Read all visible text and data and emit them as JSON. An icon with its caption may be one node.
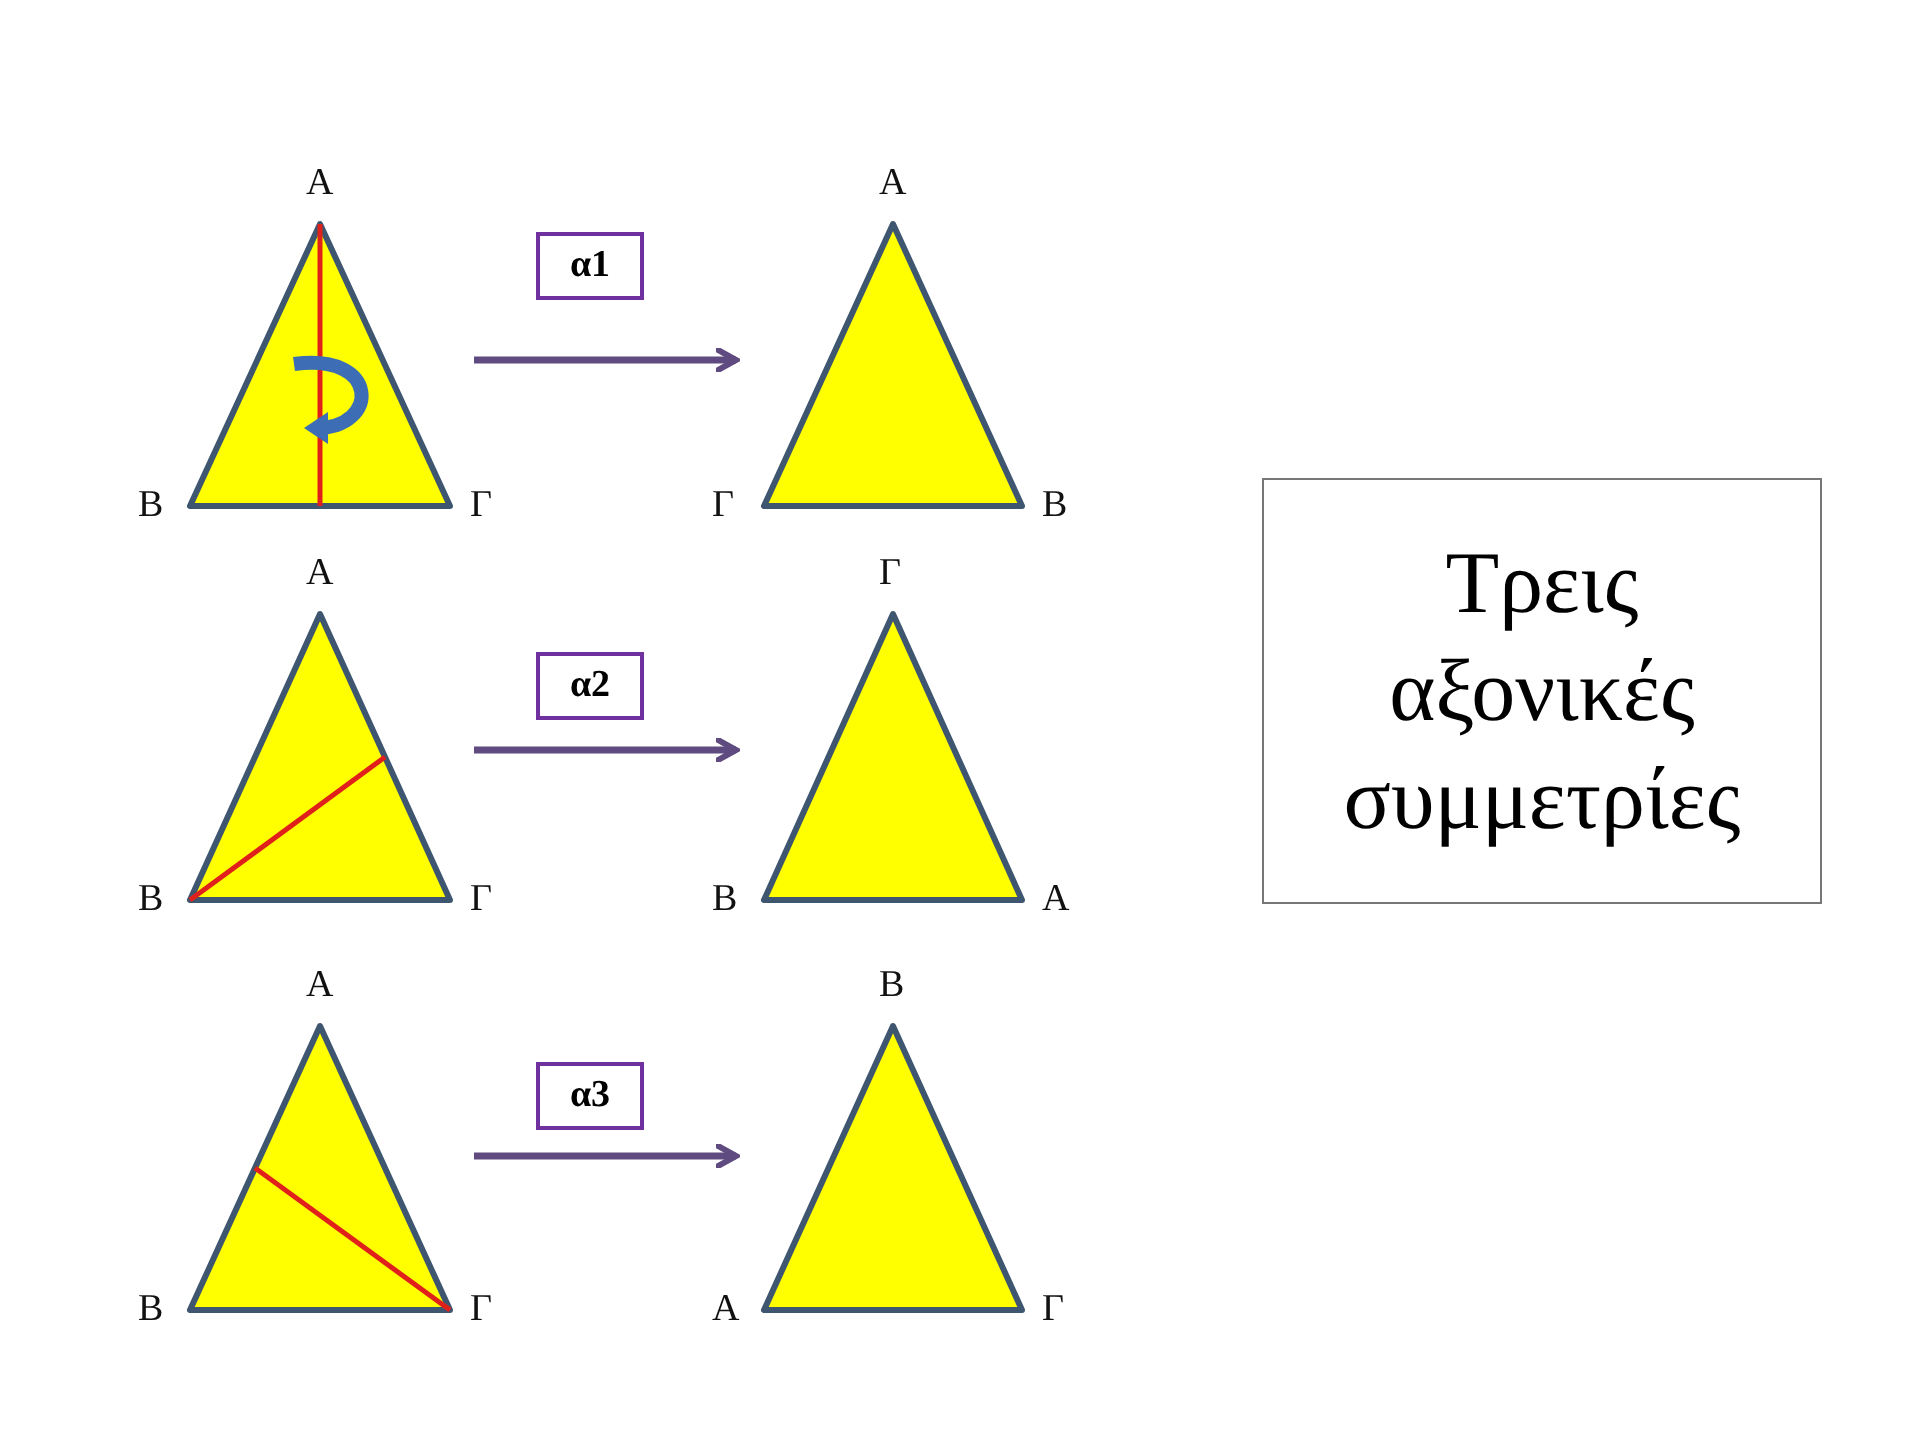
{
  "diagram": {
    "nodes": [
      {
        "text": [],
        "shape": "triangle",
        "beside": [
          "Α",
          "Β",
          "Γ"
        ]
      },
      {
        "text": [
          "α1"
        ]
      },
      {
        "text": [],
        "shape": "triangle",
        "beside": [
          "Α",
          "Γ",
          "Β"
        ]
      },
      {
        "text": [],
        "shape": "triangle",
        "beside": [
          "Α",
          "Β",
          "Γ"
        ]
      },
      {
        "text": [
          "α2"
        ]
      },
      {
        "text": [],
        "shape": "triangle",
        "beside": [
          "Γ",
          "Β",
          "Α"
        ]
      },
      {
        "text": [],
        "shape": "triangle",
        "beside": [
          "Α",
          "Β",
          "Γ"
        ]
      },
      {
        "text": [
          "α3"
        ]
      },
      {
        "text": [],
        "shape": "triangle",
        "beside": [
          "Β",
          "Α",
          "Γ"
        ]
      },
      {
        "text": [
          "Τρεις αξονικές συμμετρίες"
        ]
      }
    ],
    "edges": [
      {
        "from": 0,
        "to": 2,
        "arrow": "to"
      },
      {
        "from": 3,
        "to": 5,
        "arrow": "to"
      },
      {
        "from": 6,
        "to": 8,
        "arrow": "to"
      }
    ]
  }
}
